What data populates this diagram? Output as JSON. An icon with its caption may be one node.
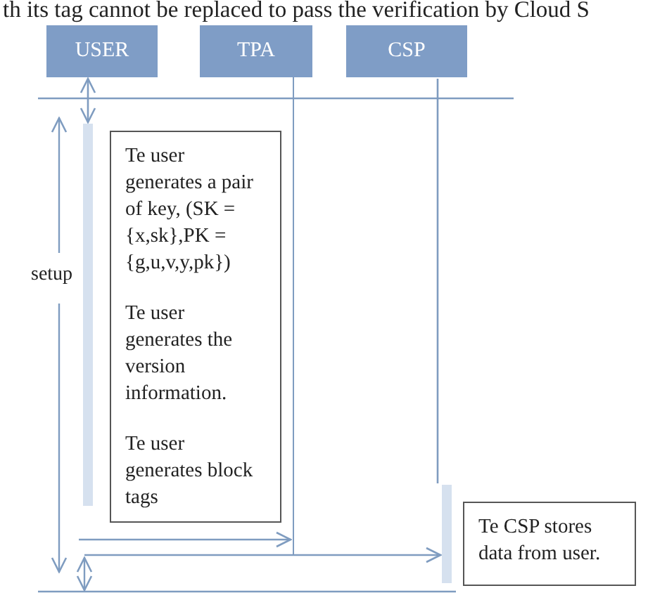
{
  "diagram": {
    "nodes": [
      {
        "text": [
          "USER"
        ]
      },
      {
        "text": [
          "TPA"
        ]
      },
      {
        "text": [
          "CSP"
        ]
      },
      {
        "text": [
          "Te user generates a pair of key, (SK ={x,sk},PK ={g,u,v,y,pk})",
          "Te user generates the version information.",
          "Te user generates block tags"
        ]
      },
      {
        "text": [
          "Te CSP stores data from user."
        ]
      },
      {
        "text": [],
        "shape": "bar"
      },
      {
        "text": [],
        "shape": "line"
      },
      {
        "text": [],
        "shape": "bar"
      }
    ],
    "edges": [
      {
        "from": 0,
        "to": 5,
        "arrow": "both"
      },
      {
        "from": 2,
        "to": 7,
        "arrow": "none"
      },
      {
        "from": null,
        "to": 6,
        "arrow": "to"
      },
      {
        "from": null,
        "to": 7,
        "arrow": "to"
      }
    ],
    "labels": [
      "th its tag cannot be replaced to pass the verification by Cloud S",
      "setup"
    ]
  }
}
